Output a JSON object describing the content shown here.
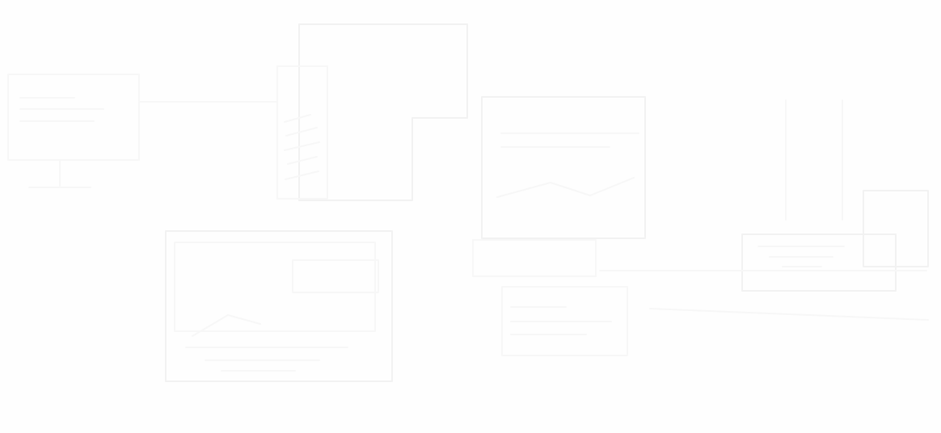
{
  "scene": {
    "background_color": "#fefefe",
    "line_color": "#f4f4f4",
    "elements": [
      "monitor-sketch",
      "laptop-sketch",
      "tablet-sketch",
      "document-sketch",
      "stand-sketch"
    ]
  }
}
